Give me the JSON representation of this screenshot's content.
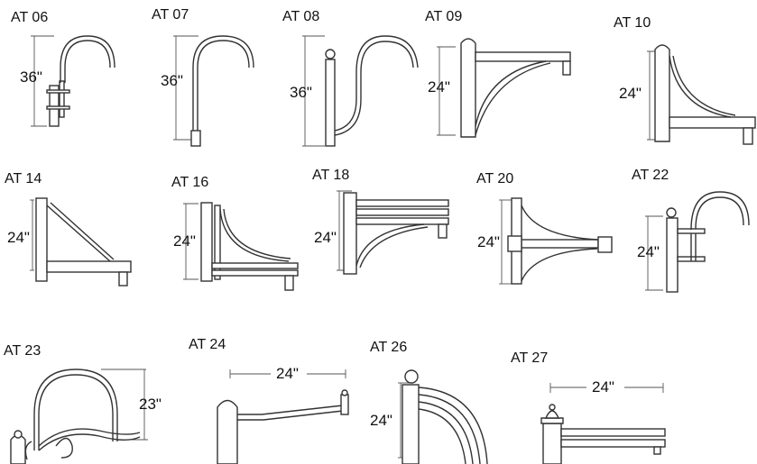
{
  "catalog": {
    "items": [
      {
        "model": "AT 06",
        "height": "36\""
      },
      {
        "model": "AT 07",
        "height": "36\""
      },
      {
        "model": "AT 08",
        "height": "36\""
      },
      {
        "model": "AT 09",
        "height": "24\""
      },
      {
        "model": "AT 10",
        "height": "24\""
      },
      {
        "model": "AT 14",
        "height": "24\""
      },
      {
        "model": "AT 16",
        "height": "24\""
      },
      {
        "model": "AT 18",
        "height": "24\""
      },
      {
        "model": "AT 20",
        "height": "24\""
      },
      {
        "model": "AT 22",
        "height": "24\""
      },
      {
        "model": "AT 23",
        "height": "23\""
      },
      {
        "model": "AT 24",
        "height": "24\""
      },
      {
        "model": "AT 26",
        "height": "24\""
      },
      {
        "model": "AT 27",
        "height": "24\""
      }
    ]
  }
}
